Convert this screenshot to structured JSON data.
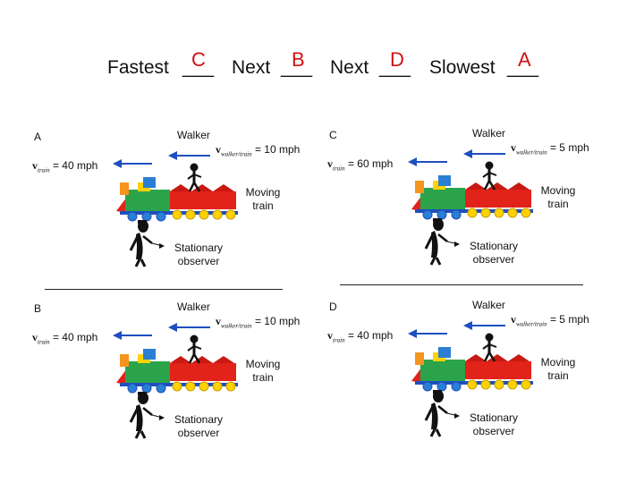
{
  "title": {
    "fastest_word": "Fastest",
    "next_word_1": "Next",
    "next_word_2": "Next",
    "slowest_word": "Slowest",
    "blank": "___",
    "answers": [
      "C",
      "B",
      "D",
      "A"
    ],
    "answer_color": "#d11111"
  },
  "panels": [
    {
      "id": "A",
      "label": "A",
      "walker_label": "Walker",
      "walker_speed": "= 10 mph",
      "train_speed": "= 40 mph",
      "moving_train": [
        "Moving",
        "train"
      ],
      "observer": [
        "Stationary",
        "observer"
      ]
    },
    {
      "id": "C",
      "label": "C",
      "walker_label": "Walker",
      "walker_speed": "= 5 mph",
      "train_speed": "= 60 mph",
      "moving_train": [
        "Moving",
        "train"
      ],
      "observer": [
        "Stationary",
        "observer"
      ]
    },
    {
      "id": "B",
      "label": "B",
      "walker_label": "Walker",
      "walker_speed": "= 10 mph",
      "train_speed": "= 40 mph",
      "moving_train": [
        "Moving",
        "train"
      ],
      "observer": [
        "Stationary",
        "observer"
      ]
    },
    {
      "id": "D",
      "label": "D",
      "walker_label": "Walker",
      "walker_speed": "= 5 mph",
      "train_speed": "= 40 mph",
      "moving_train": [
        "Moving",
        "train"
      ],
      "observer": [
        "Stationary",
        "observer"
      ]
    }
  ],
  "symbols": {
    "v": "v",
    "walker_sub": "walker/train",
    "train_sub": "train"
  },
  "colors": {
    "arrow": "#1f4fbf",
    "train_red": "#e2231a",
    "train_green": "#2aa34a",
    "train_orange": "#f7941d",
    "train_yellow": "#ffd200",
    "train_blue": "#2a7fd4"
  }
}
